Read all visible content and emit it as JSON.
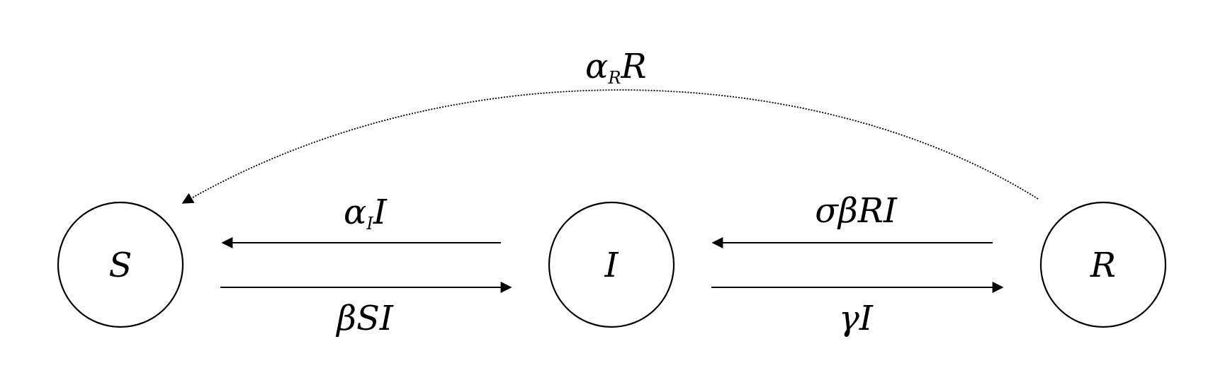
{
  "nodes": {
    "s": {
      "label": "S"
    },
    "i": {
      "label": "I"
    },
    "r": {
      "label": "R"
    }
  },
  "edges": {
    "i_to_s": {
      "symbol": "α",
      "subscript": "I",
      "term": "I"
    },
    "s_to_i": {
      "label": "βSI"
    },
    "r_to_i": {
      "label": "σβRI"
    },
    "i_to_r": {
      "label": "γI"
    },
    "r_to_s": {
      "symbol": "α",
      "subscript": "R",
      "term": "R"
    }
  },
  "colors": {
    "stroke": "#000000",
    "background": "#ffffff"
  }
}
